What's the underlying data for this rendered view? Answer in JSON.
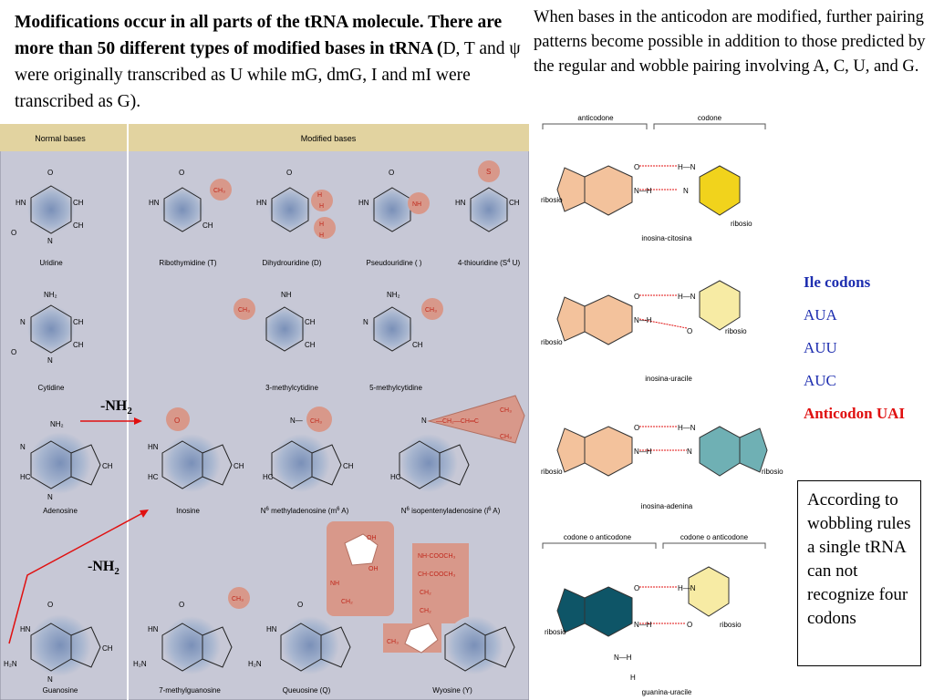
{
  "intro": {
    "bold": "Modifications occur in all parts of the tRNA molecule. There are more than 50 different types of modified bases in tRNA (",
    "regular": "D, T and ψ were originally transcribed as U while mG, dmG, I and mI were transcribed as G)."
  },
  "side_text": "When bases in the anticodon are modified, further pairing patterns become possible in addition to those predicted by the regular and wobble pairing involving A, C, U, and G.",
  "table": {
    "header_normal": "Normal bases",
    "header_modified": "Modified bases",
    "normal": [
      "Uridine",
      "Cytidine",
      "Adenosine",
      "Guanosine"
    ],
    "modified_row1": [
      "Ribothymidine (T)",
      "Dihydrouridine (D)",
      "Pseudouridine (  )",
      "4-thiouridine (S",
      "4",
      " U)"
    ],
    "modified_row2": [
      "3-methylcytidine",
      "5-methylcytidine"
    ],
    "modified_row3": [
      "Inosine",
      "N",
      "6",
      " methyladenosine (m",
      "6",
      " A)",
      "N",
      "6",
      " isopentenyladenosine (i",
      "6",
      " A)"
    ],
    "modified_row4": [
      "7-methylguanosine",
      "Queuosine (Q)",
      "Wyosine (Y)"
    ]
  },
  "arrows": {
    "label1": "-NH",
    "label2": "-NH",
    "sub": "2"
  },
  "pairing": {
    "header_left": "anticodone",
    "header_right": "codone",
    "labels": [
      "inosina-citosina",
      "inosina-uracile",
      "inosina-adenina",
      "guanina-uracile"
    ],
    "header2_left": "codone o anticodone",
    "header2_right": "codone o anticodone",
    "ribosio": "ribosio"
  },
  "ile": {
    "title": "Ile codons",
    "codons": [
      "AUA",
      "AUU",
      "AUC"
    ],
    "anticodon": "Anticodon UAI"
  },
  "wobble_box": "According to wobbling rules a single tRNA can not recognize four codons",
  "colors": {
    "panel_bg": "#c7c8d6",
    "header_bg": "#e2d3a0",
    "highlight": "#d8988a",
    "modified_red": "#c0281c",
    "inosine_orange": "#f3c29c",
    "cytosine_yellow": "#f1d31c",
    "uracil_yellow": "#f7eba4",
    "adenine_teal": "#6fb0b4",
    "guanine_dark": "#0e5567",
    "ile_blue": "#1f2fb0",
    "anticodon_red": "#e01010"
  }
}
